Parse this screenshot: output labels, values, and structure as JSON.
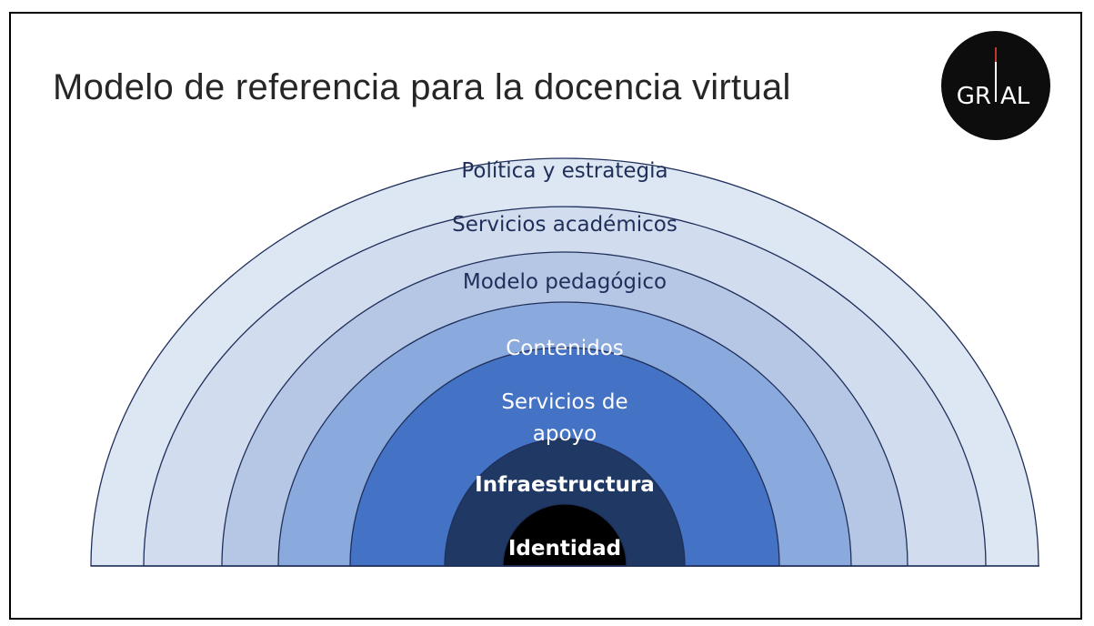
{
  "title": "Modelo de referencia para la docencia virtual",
  "logo": {
    "text_left": "GR",
    "text_right": "AL",
    "bg": "#0d0d0d",
    "accent": "#c0392b"
  },
  "layers": [
    {
      "label_lines": [
        "Política y estrategia"
      ],
      "fill": "#dde6f3",
      "text_color": "#1f2f5a"
    },
    {
      "label_lines": [
        "Servicios académicos"
      ],
      "fill": "#d2dcef",
      "text_color": "#1f2f5a"
    },
    {
      "label_lines": [
        "Modelo pedagógico"
      ],
      "fill": "#b6c7e6",
      "text_color": "#1f2f5a"
    },
    {
      "label_lines": [
        "Contenidos"
      ],
      "fill": "#8aa9dc",
      "text_color": "#ffffff"
    },
    {
      "label_lines": [
        "Servicios de",
        "apoyo"
      ],
      "fill": "#4472c4",
      "text_color": "#ffffff"
    },
    {
      "label_lines": [
        "Infraestructura"
      ],
      "fill": "#1f3864",
      "text_color": "#ffffff"
    },
    {
      "label_lines": [
        "Identidad"
      ],
      "fill": "#000000",
      "text_color": "#ffffff"
    }
  ]
}
